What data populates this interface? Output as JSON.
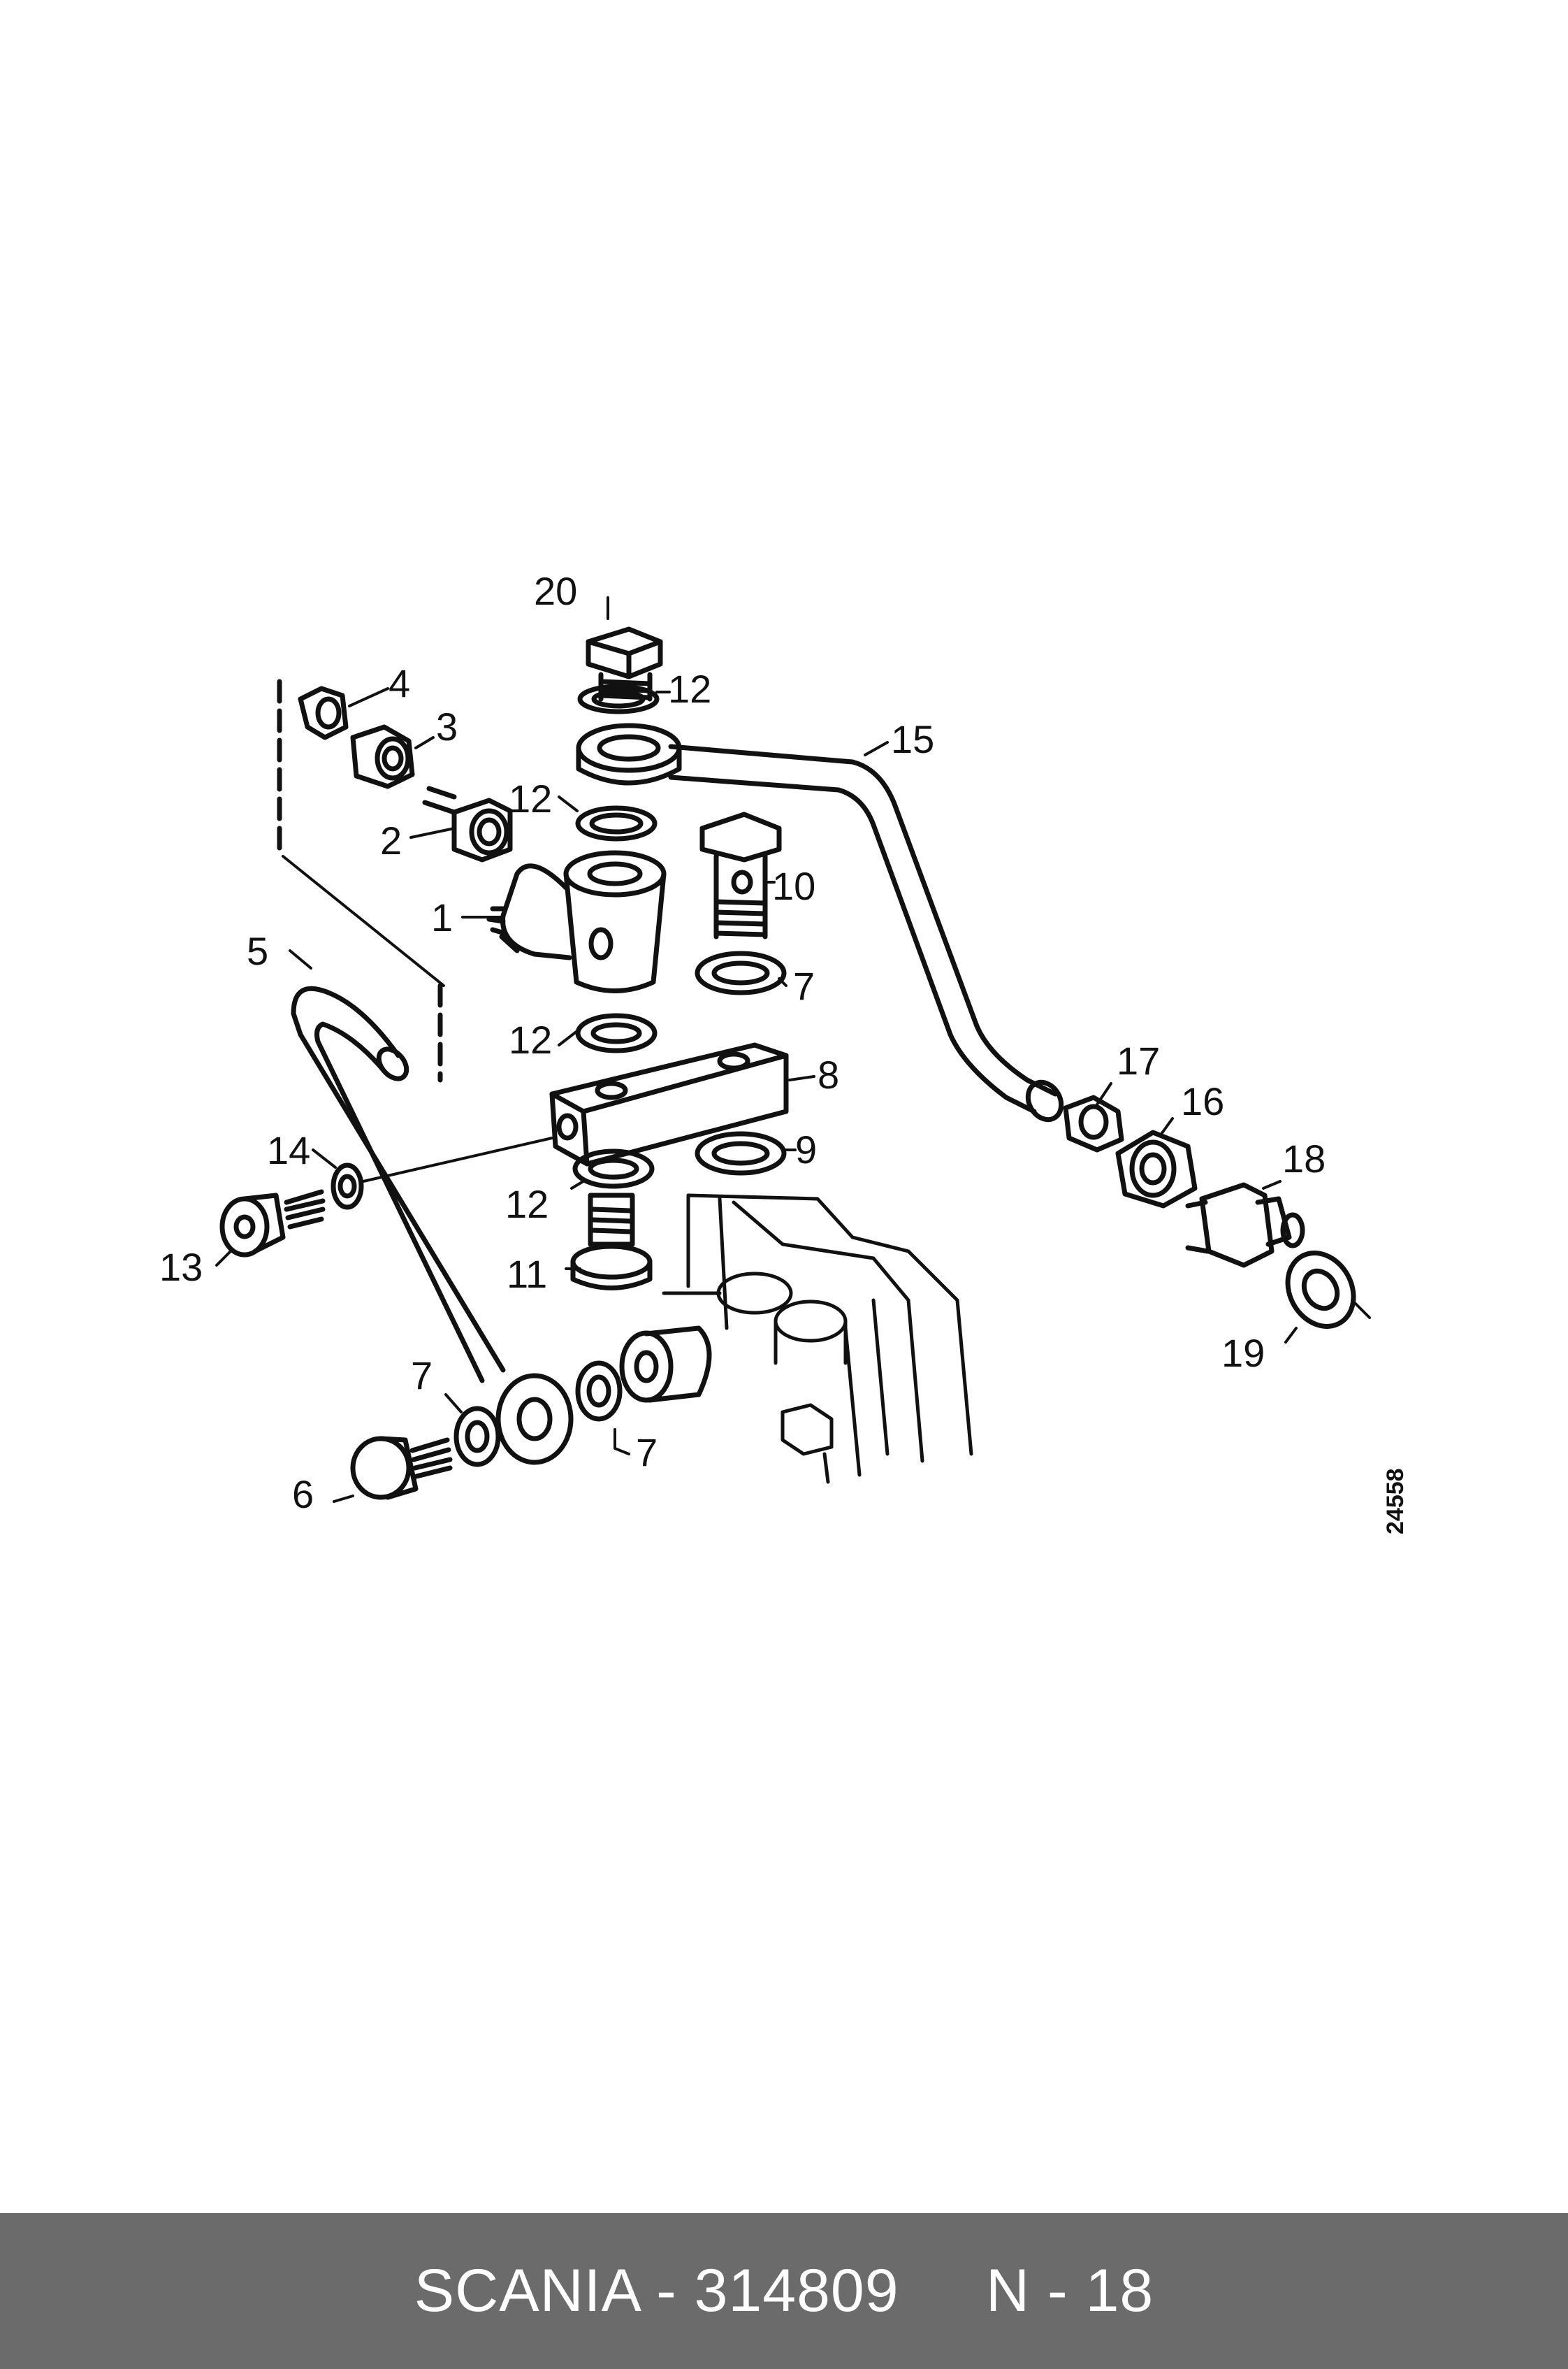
{
  "diagram": {
    "drawing_number": "24558",
    "callouts": [
      {
        "id": "c20",
        "label": "20"
      },
      {
        "id": "c4",
        "label": "4"
      },
      {
        "id": "c12a",
        "label": "12"
      },
      {
        "id": "c3",
        "label": "3"
      },
      {
        "id": "c15",
        "label": "15"
      },
      {
        "id": "c12b",
        "label": "12"
      },
      {
        "id": "c2",
        "label": "2"
      },
      {
        "id": "c10",
        "label": "10"
      },
      {
        "id": "c1",
        "label": "1"
      },
      {
        "id": "c5",
        "label": "5"
      },
      {
        "id": "c7a",
        "label": "7"
      },
      {
        "id": "c12c",
        "label": "12"
      },
      {
        "id": "c8",
        "label": "8"
      },
      {
        "id": "c17",
        "label": "17"
      },
      {
        "id": "c16",
        "label": "16"
      },
      {
        "id": "c14",
        "label": "14"
      },
      {
        "id": "c9",
        "label": "9"
      },
      {
        "id": "c18",
        "label": "18"
      },
      {
        "id": "c12d",
        "label": "12"
      },
      {
        "id": "c13",
        "label": "13"
      },
      {
        "id": "c11",
        "label": "11"
      },
      {
        "id": "c19",
        "label": "19"
      },
      {
        "id": "c7b",
        "label": "7"
      },
      {
        "id": "c7c",
        "label": "7"
      },
      {
        "id": "c6",
        "label": "6"
      }
    ]
  },
  "footer": {
    "text": "SCANIA - 314809     N - 18",
    "background": "#6b6b6b",
    "color": "#ffffff"
  }
}
